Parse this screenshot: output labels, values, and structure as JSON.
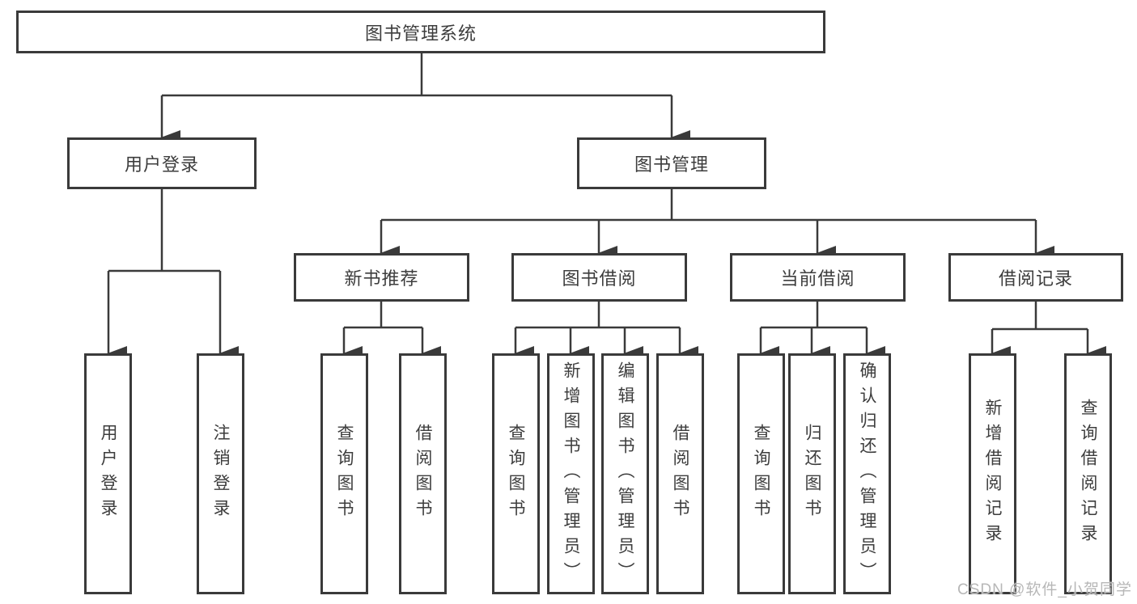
{
  "diagram": {
    "title": "图书管理系统",
    "watermark": "CSDN @软件_小贺同学",
    "colors": {
      "line": "#3a3a3a",
      "border": "#3a3a3a",
      "text": "#3d3d3d",
      "background": "#ffffff",
      "watermark": "#b7b7b7"
    },
    "level2": [
      {
        "label": "用户登录"
      },
      {
        "label": "图书管理"
      }
    ],
    "level3": [
      {
        "label": "新书推荐",
        "parent": "图书管理"
      },
      {
        "label": "图书借阅",
        "parent": "图书管理"
      },
      {
        "label": "当前借阅",
        "parent": "图书管理"
      },
      {
        "label": "借阅记录",
        "parent": "图书管理"
      }
    ],
    "leaves": [
      {
        "label": "用户登录",
        "parent": "用户登录"
      },
      {
        "label": "注销登录",
        "parent": "用户登录"
      },
      {
        "label": "查询图书",
        "parent": "新书推荐"
      },
      {
        "label": "借阅图书",
        "parent": "新书推荐"
      },
      {
        "label": "查询图书",
        "parent": "图书借阅"
      },
      {
        "label": "新增图书（管理员）",
        "parent": "图书借阅"
      },
      {
        "label": "编辑图书（管理员）",
        "parent": "图书借阅"
      },
      {
        "label": "借阅图书",
        "parent": "图书借阅"
      },
      {
        "label": "查询图书",
        "parent": "当前借阅"
      },
      {
        "label": "归还图书",
        "parent": "当前借阅"
      },
      {
        "label": "确认归还（管理员）",
        "parent": "当前借阅"
      },
      {
        "label": "新增借阅记录",
        "parent": "借阅记录"
      },
      {
        "label": "查询借阅记录",
        "parent": "借阅记录"
      }
    ]
  }
}
